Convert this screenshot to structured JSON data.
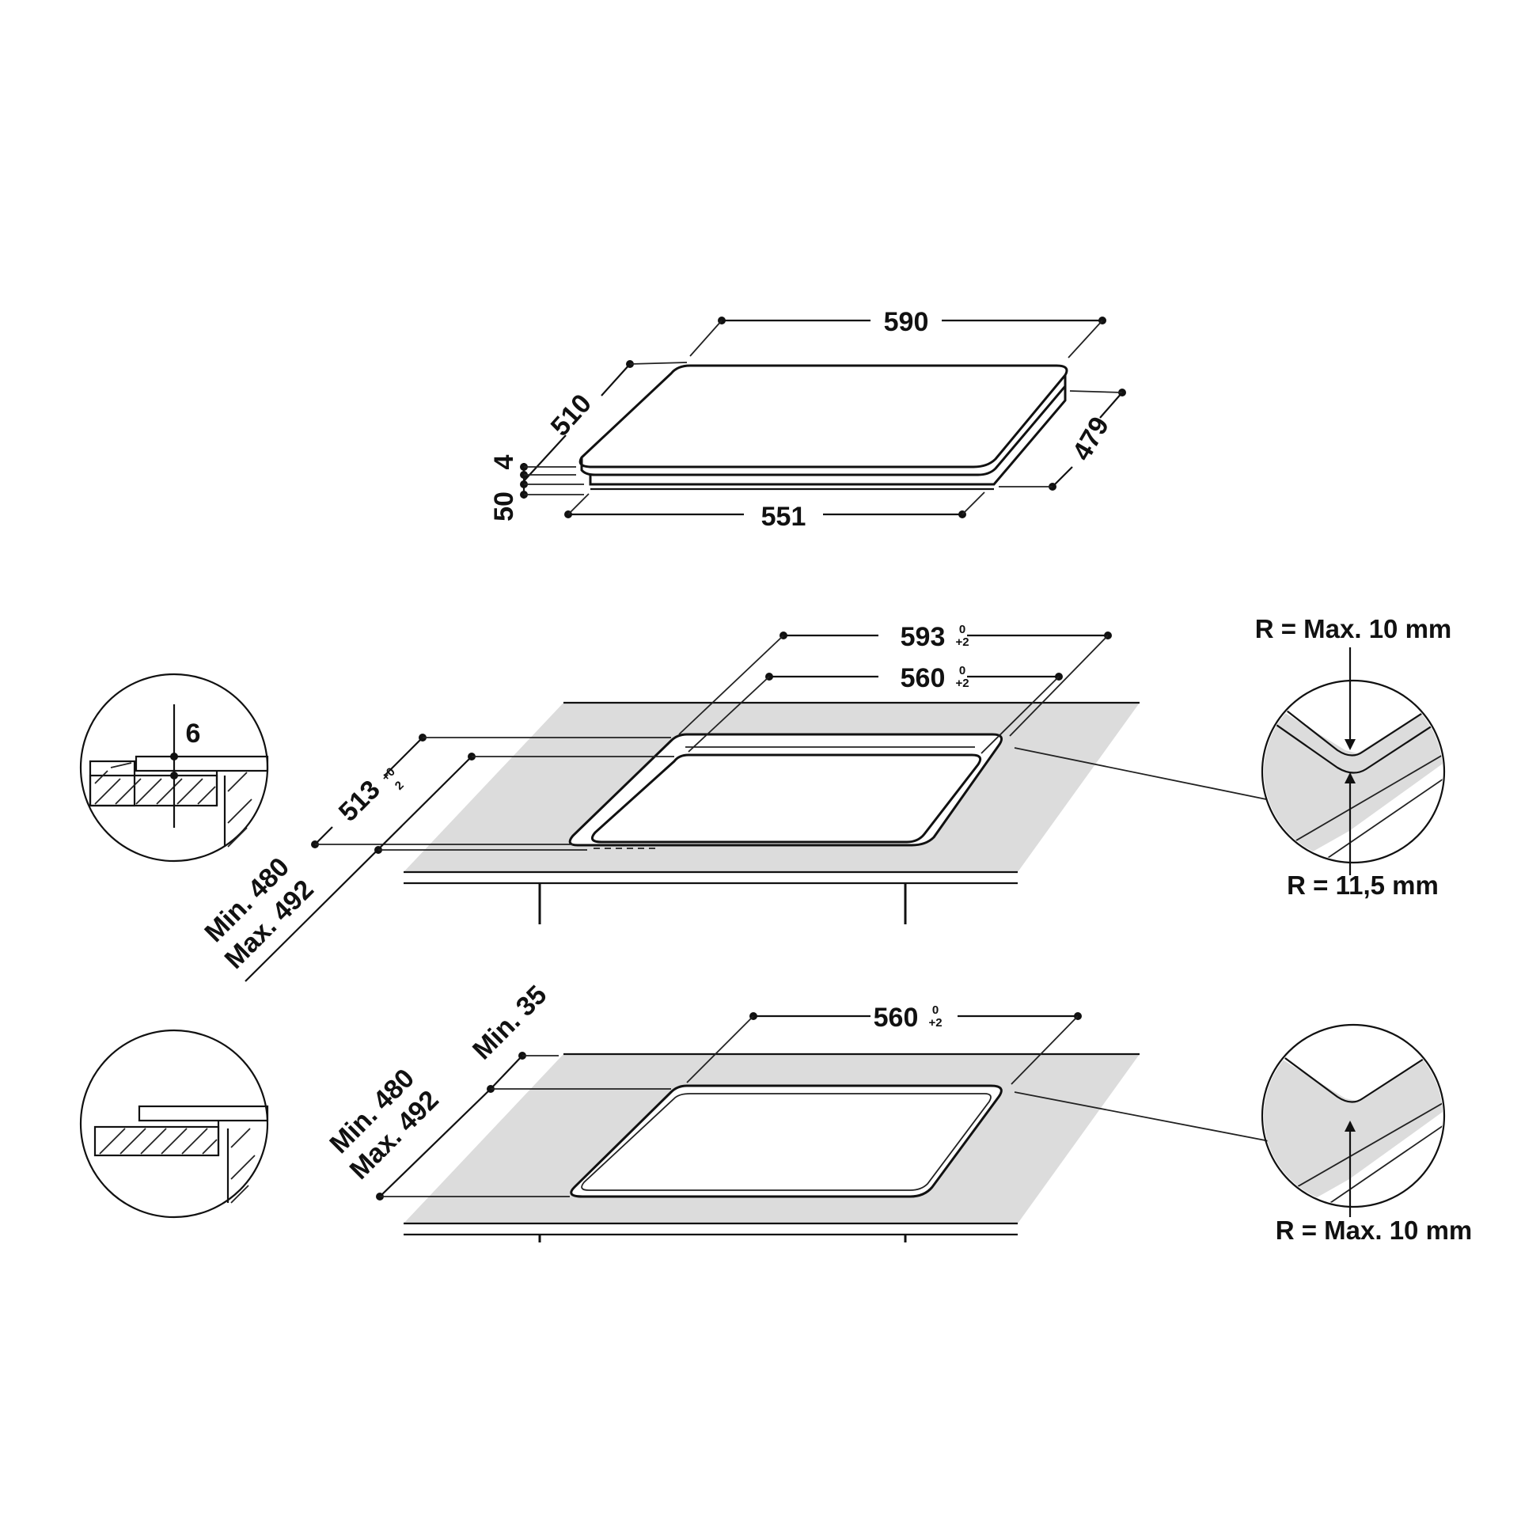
{
  "hob_dimensions": {
    "width": "590",
    "depth": "510",
    "inner_depth": "479",
    "inner_width": "551",
    "glass_thickness": "4",
    "total_height": "50"
  },
  "cutout_flush": {
    "outer_width": "593",
    "outer_width_tolerance_top": "0",
    "outer_width_tolerance_bottom": "+2",
    "inner_width": "560",
    "inner_width_tolerance_top": "0",
    "inner_width_tolerance_bottom": "+2",
    "outer_depth": "513",
    "outer_depth_tolerance_top": "+0",
    "outer_depth_tolerance_bottom": "2",
    "depth_min": "Min. 480",
    "depth_max": "Max. 492",
    "rebate_depth": "6",
    "corner_radius_top": "R = Max. 10 mm",
    "corner_radius_bottom": "R = 11,5 mm"
  },
  "cutout_standard": {
    "width": "560",
    "width_tolerance_top": "0",
    "width_tolerance_bottom": "+2",
    "depth_min": "Min. 480",
    "depth_max": "Max. 492",
    "front_min": "Min. 35",
    "corner_radius": "R = Max. 10 mm"
  }
}
